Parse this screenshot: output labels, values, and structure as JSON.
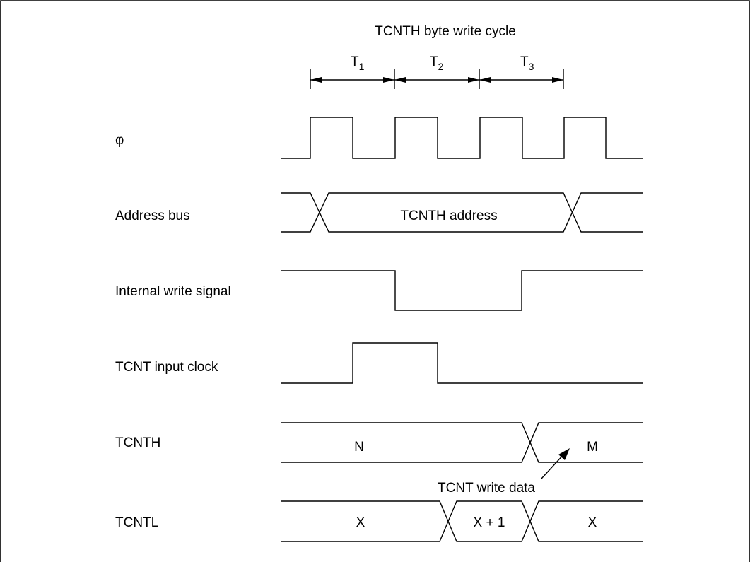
{
  "diagram": {
    "title": "TCNTH byte write cycle",
    "states": [
      {
        "letter": "T",
        "sub": "1"
      },
      {
        "letter": "T",
        "sub": "2"
      },
      {
        "letter": "T",
        "sub": "3"
      }
    ],
    "signals": {
      "phi": "φ",
      "address_bus": "Address bus",
      "internal_write": "Internal write signal",
      "tcnt_input_clock": "TCNT input clock",
      "tcnth": "TCNTH",
      "tcntl": "TCNTL"
    },
    "bus_values": {
      "address": "TCNTH address",
      "tcnth_before": "N",
      "tcnth_after": "M",
      "tcntl_before": "X",
      "tcntl_mid": "X + 1",
      "tcntl_after": "X"
    },
    "annotation": "TCNT write data"
  }
}
